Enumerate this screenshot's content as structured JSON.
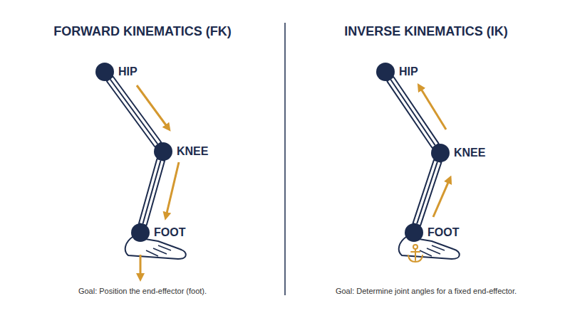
{
  "diagram": {
    "nodes": [
      {
        "text": [
          "HIP"
        ]
      },
      {
        "text": [
          "KNEE"
        ]
      },
      {
        "text": [
          "FOOT"
        ]
      },
      {
        "text": [
          "HIP"
        ]
      },
      {
        "text": [
          "KNEE"
        ]
      },
      {
        "text": [
          "FOOT"
        ]
      }
    ],
    "edges": [
      {
        "from": 0,
        "to": 1,
        "arrow": "none"
      },
      {
        "from": 1,
        "to": 2,
        "arrow": "none"
      },
      {
        "from": 3,
        "to": 4,
        "arrow": "none"
      },
      {
        "from": 4,
        "to": 5,
        "arrow": "none"
      }
    ],
    "labels": [
      "FORWARD KINEMATICS (FK)",
      "INVERSE KINEMATICS (IK)",
      "Goal: Position the end-effector (foot).",
      "Goal: Determine joint angles for a fixed end-effector."
    ]
  }
}
